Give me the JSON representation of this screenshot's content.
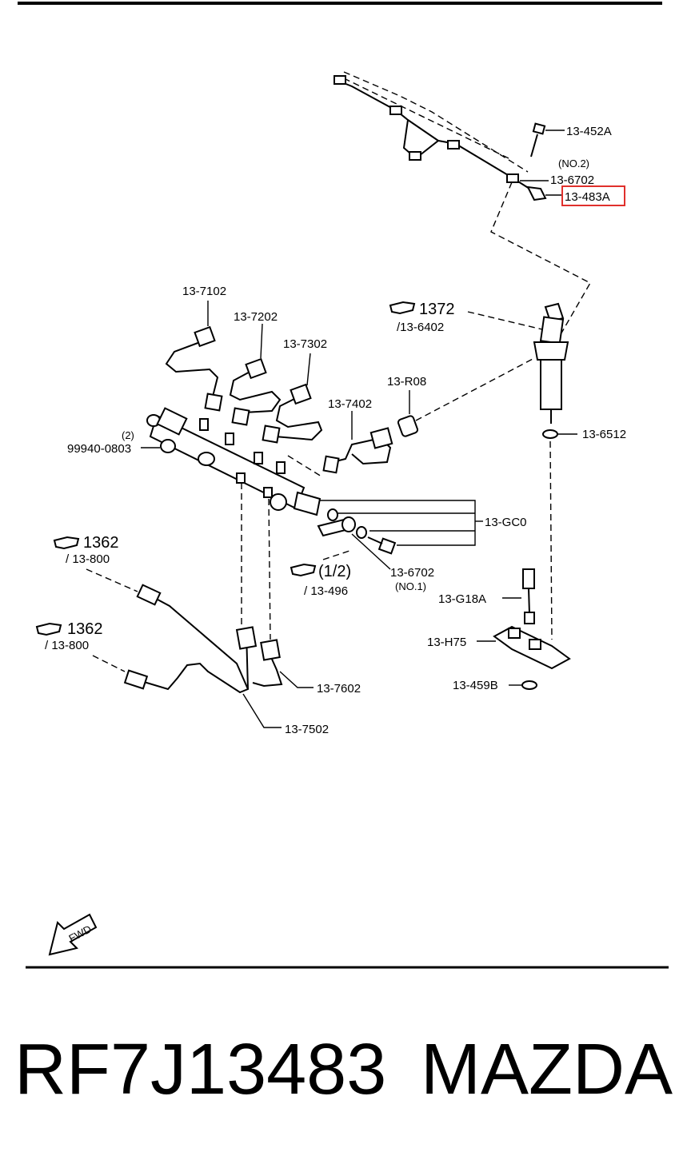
{
  "labels": {
    "l_452a": "13-452A",
    "l_no2": "(NO.2)",
    "l_6702a": "13-6702",
    "l_483a": "13-483A",
    "l_7102": "13-7102",
    "l_7202": "13-7202",
    "l_7302": "13-7302",
    "l_7402": "13-7402",
    "l_r08": "13-R08",
    "l_1372": "1372",
    "l_6402": "/13-6402",
    "l_6512": "13-6512",
    "l_two": "(2)",
    "l_99940": "99940-0803",
    "l_gc0": "13-GC0",
    "l_6702b": "13-6702",
    "l_no1": "(NO.1)",
    "l_half": "(1/2)",
    "l_496": "/ 13-496",
    "l_g18a": "13-G18A",
    "l_h75": "13-H75",
    "l_459b": "13-459B",
    "l_1362a": "1362",
    "l_800a": "/ 13-800",
    "l_1362b": "1362",
    "l_800b": "/ 13-800",
    "l_7602": "13-7602",
    "l_7502": "13-7502",
    "l_fwd": "FWD"
  },
  "highlight": {
    "part": "13-483A",
    "color": "#e0302c"
  },
  "footer": {
    "part_number": "RF7J13483",
    "brand": "MAZDA"
  }
}
